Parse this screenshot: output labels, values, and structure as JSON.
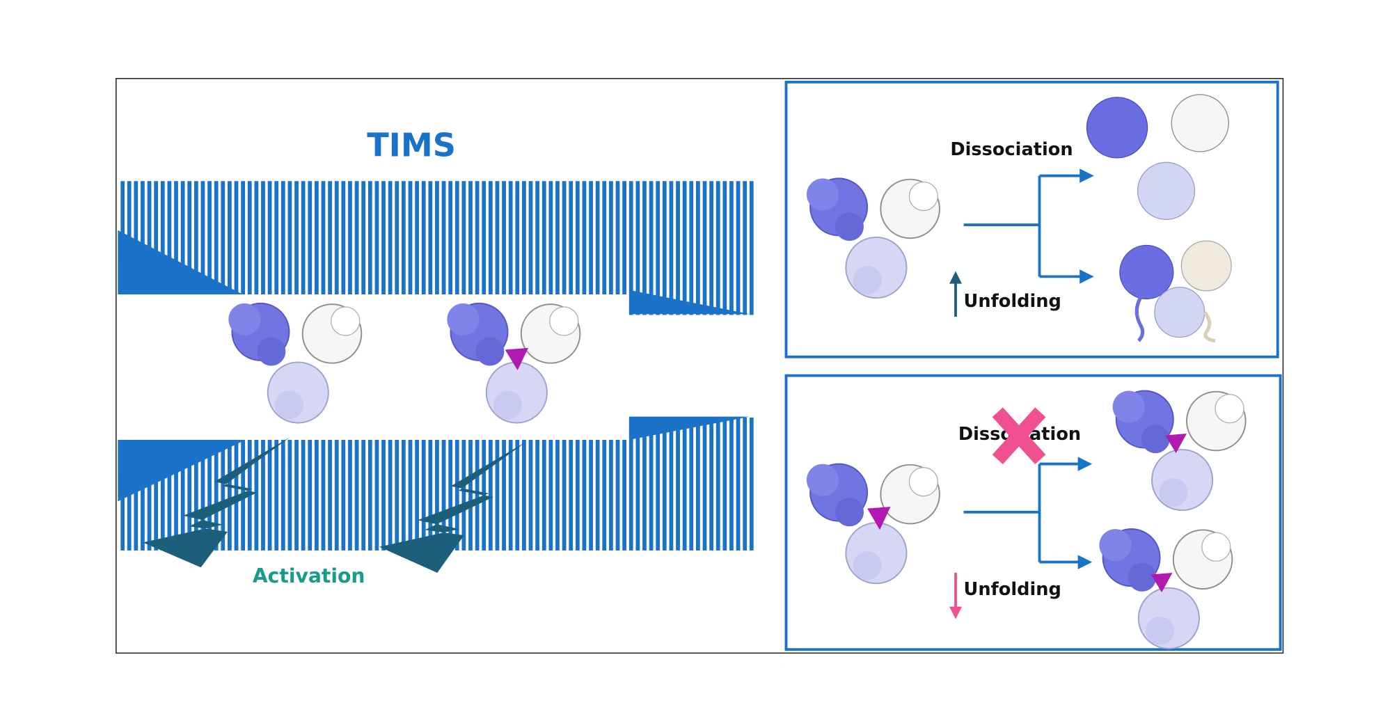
{
  "title": "TIMS",
  "activation_label": "Activation",
  "top_panel": {
    "dissociation_label": "Dissociation",
    "unfolding_label": "Unfolding",
    "unfolding_trend": "increase"
  },
  "bottom_panel": {
    "dissociation_label": "Dissociation",
    "unfolding_label": "Unfolding",
    "unfolding_trend": "decrease",
    "dissociation_blocked": true
  },
  "colors": {
    "accent": "#1a73c8",
    "bolt": "#1b5f7a",
    "activation": "#1a9a8a",
    "cross": "#f0508f",
    "ligand": "#b01ab0",
    "subunit_a": "#6a6ee0",
    "subunit_b": "#f4f4f4",
    "subunit_c": "#c9cbf2"
  }
}
